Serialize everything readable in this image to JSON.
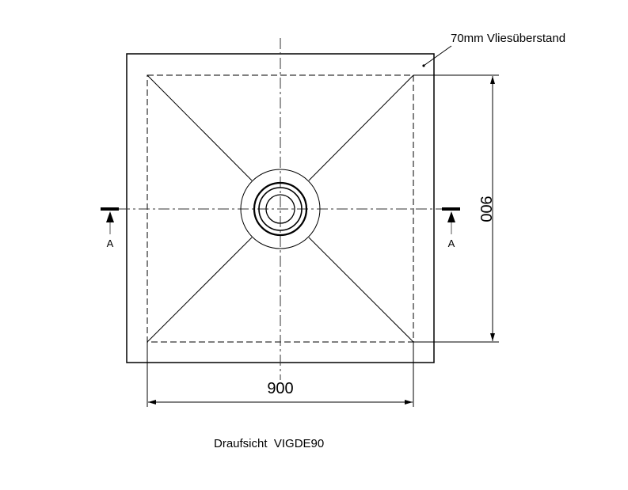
{
  "annotation": "70mm Vliesüberstand",
  "dim_width": "900",
  "dim_height": "900",
  "section_left": "A",
  "section_right": "A",
  "caption": "Draufsicht  VIGDE90",
  "colors": {
    "line": "#000000",
    "centerline": "#333333"
  }
}
